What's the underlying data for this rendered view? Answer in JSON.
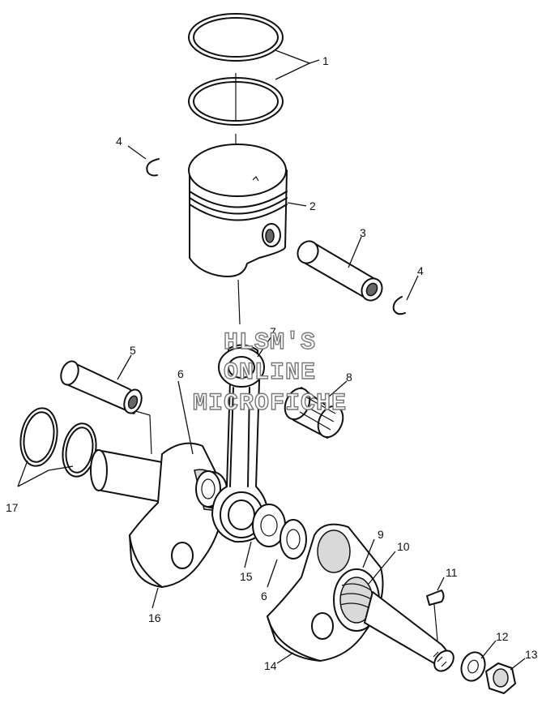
{
  "watermark": {
    "lines": [
      "HLSM'S",
      "ONLINE",
      "MICROFICHE"
    ]
  },
  "callouts": {
    "c1": "1",
    "c2": "2",
    "c3": "3",
    "c4a": "4",
    "c4b": "4",
    "c5": "5",
    "c6a": "6",
    "c6b": "6",
    "c7": "7",
    "c8": "8",
    "c9": "9",
    "c10": "10",
    "c11": "11",
    "c12": "12",
    "c13": "13",
    "c14": "14",
    "c15": "15",
    "c16": "16",
    "c17": "17"
  },
  "colors": {
    "line": "#111111",
    "background": "#ffffff",
    "watermark_outline": "#777777"
  }
}
